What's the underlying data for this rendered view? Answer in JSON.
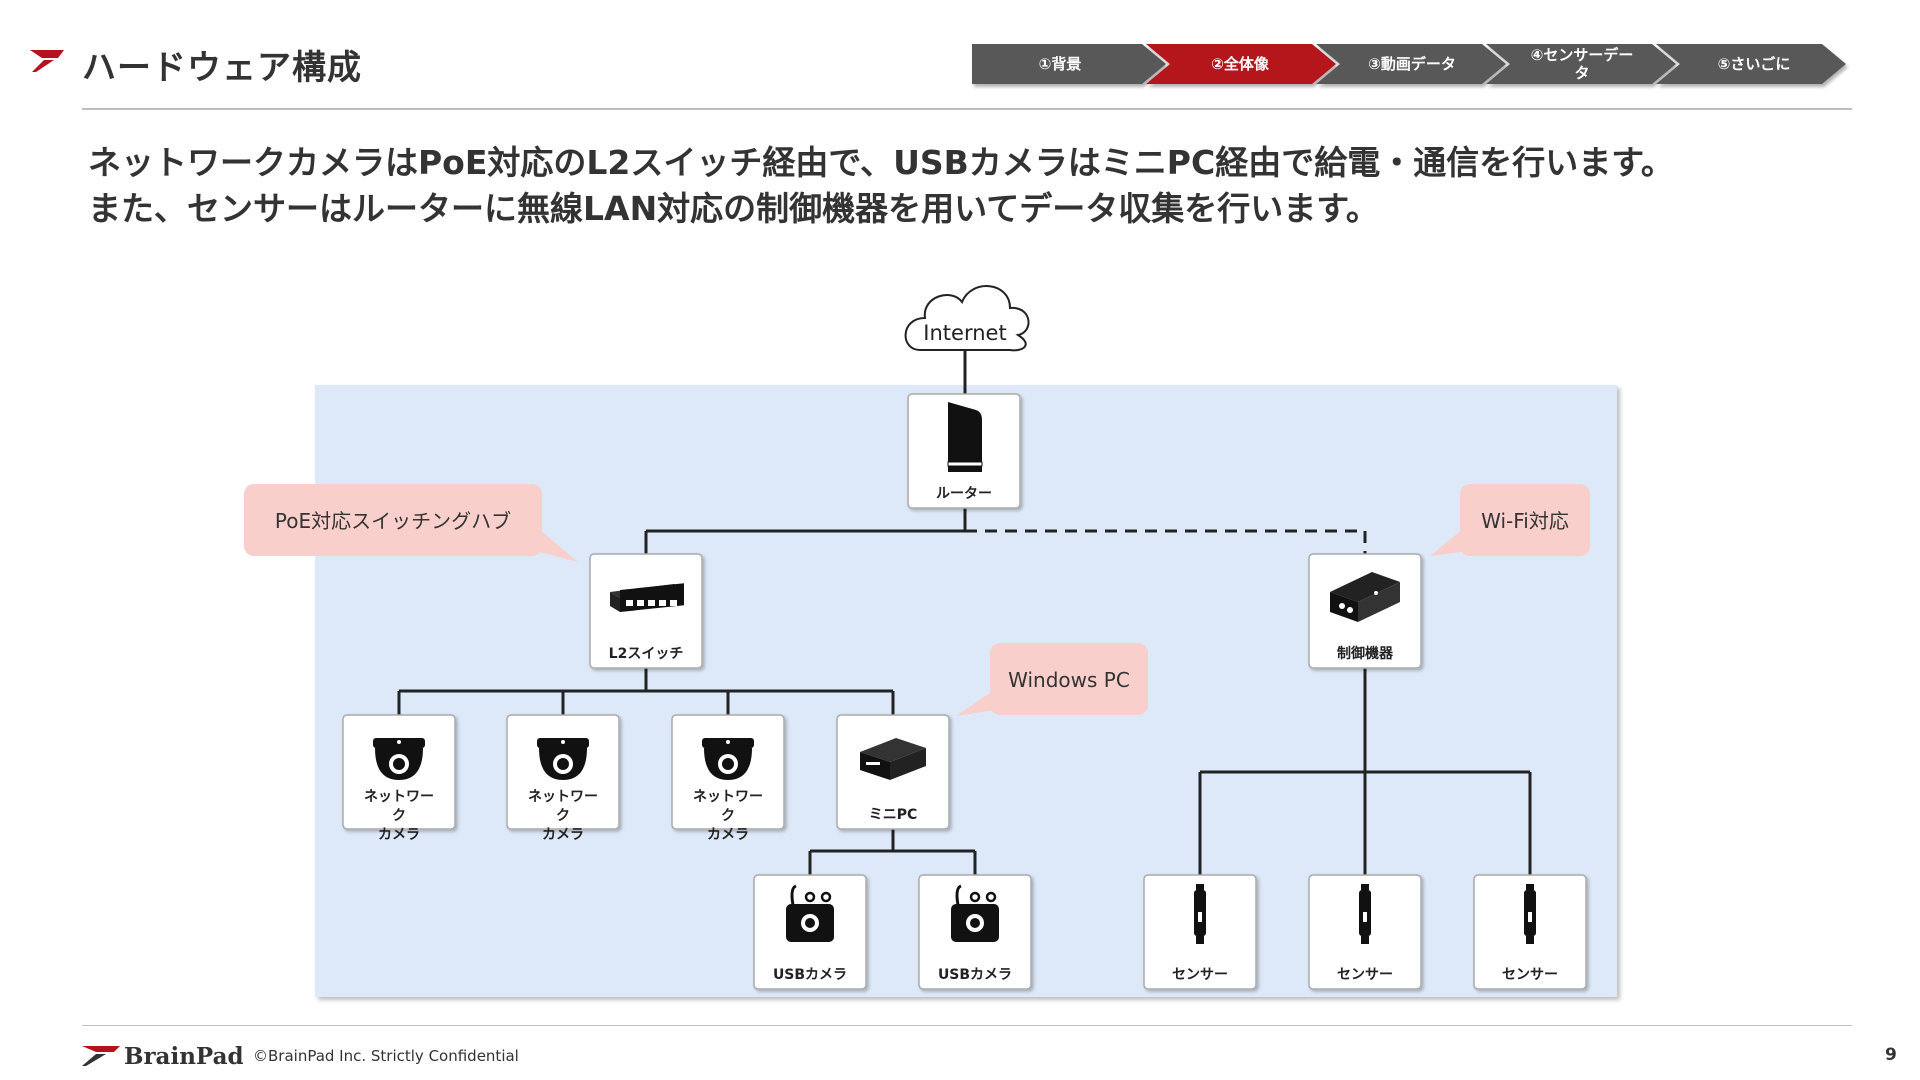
{
  "header": {
    "title": "ハードウェア構成",
    "steps": [
      {
        "label": "①背景",
        "active": false
      },
      {
        "label": "②全体像",
        "active": true
      },
      {
        "label": "③動画データ",
        "active": false
      },
      {
        "label_line1": "④センサーデー",
        "label_line2": "タ",
        "active": false
      },
      {
        "label": "⑤さいごに",
        "active": false
      }
    ]
  },
  "lead": {
    "line1": "ネットワークカメラはPoE対応のL2スイッチ経由で、USBカメラはミニPC経由で給電・通信を行います。",
    "line2": "また、センサーはルーターに無線LAN対応の制御機器を用いてデータ収集を行います。"
  },
  "diagram": {
    "internet": "Internet",
    "router": "ルーター",
    "l2switch": "L2スイッチ",
    "controller": "制御機器",
    "network_camera_lines": [
      "ネットワー",
      "ク",
      "カメラ"
    ],
    "mini_pc": "ミニPC",
    "usb_camera": "USBカメラ",
    "sensor": "センサー",
    "callouts": {
      "poe_hub": "PoE対応スイッチングハブ",
      "wifi": "Wi-Fi対応",
      "windows_pc": "Windows PC"
    }
  },
  "footer": {
    "logo": "BrainPad",
    "copyright": "©BrainPad Inc.  Strictly Confidential",
    "page": "9"
  },
  "colors": {
    "accent": "#b5121b",
    "step_inactive": "#595959",
    "panel": "#dde9f8",
    "callout": "#f8cfcb"
  }
}
